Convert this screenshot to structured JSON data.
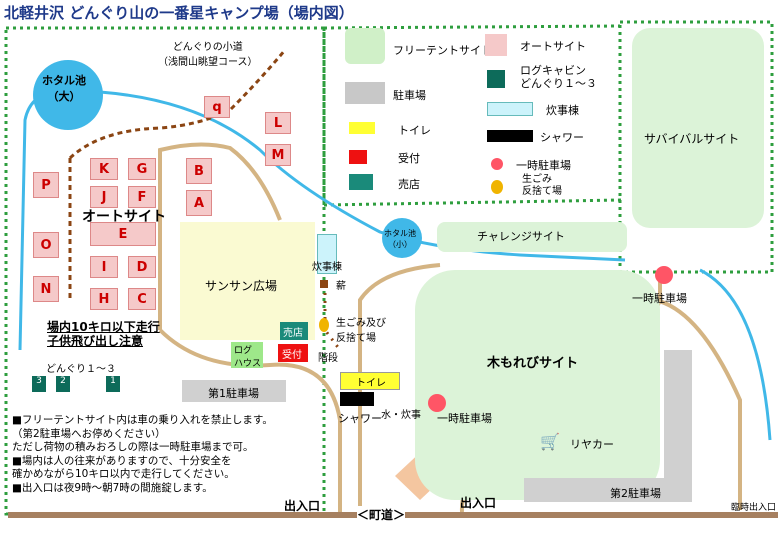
{
  "title": "北軽井沢 どんぐり山の一番星キャンプ場（場内図）",
  "legend": {
    "free_tent": "フリーテントサイト",
    "auto_site": "オートサイト",
    "parking": "駐車場",
    "log_cabin": "ログキャビン\nどんぐり１～３",
    "toilet": "トイレ",
    "kitchen": "炊事棟",
    "reception": "受付",
    "shower": "シャワー",
    "shop": "売店",
    "temp_parking": "一時駐車場",
    "garbage": "生ごみ\n反捨て場"
  },
  "sites": [
    "P",
    "O",
    "N",
    "K",
    "G",
    "J",
    "F",
    "E",
    "I",
    "D",
    "H",
    "C",
    "B",
    "A",
    "q",
    "L",
    "M"
  ],
  "labels": {
    "path": "どんぐりの小道\n（浅間山眺望コース）",
    "pond_big": "ホタル池\n（大）",
    "pond_small": "ホタル池\n（小）",
    "auto_site_area": "オートサイト",
    "sunsun": "サンサン広場",
    "kitchen_map": "炊事棟",
    "firewood": "薪",
    "garbage_map": "生ごみ及び\n反捨て場",
    "shop_map": "売店",
    "log_house": "ログ\nハウス",
    "reception_map": "受付",
    "stairs": "階段",
    "toilet_map": "トイレ",
    "shower_map": "シャワー",
    "water": "水・炊事",
    "temp_parking_1": "一時駐車場",
    "temp_parking_2": "一時駐車場",
    "konmore": "木もれびサイト",
    "challenge": "チャレンジサイト",
    "survival": "サバイバルサイト",
    "cart": "リヤカー",
    "parking1": "第1駐車場",
    "parking2": "第2駐車場",
    "entrance1": "出入口",
    "entrance2": "出入口",
    "temp_entrance": "臨時出入口",
    "road": "＜町道＞",
    "speed": "場内10キロ以下走行\n子供飛び出し注意",
    "donguri": "どんぐり１～３",
    "cabin_nums": [
      "3",
      "2",
      "1"
    ]
  },
  "notes": "■フリーテントサイト内は車の乗り入れを禁止します。\n（第2駐車場へお停めください）\nただし荷物の積みおろしの際は一時駐車場まで可。\n■場内は人の往来がありますので、十分安全を\n確かめながら10キロ以内で走行してください。\n■出入口は夜9時～朝7時の間施錠します。"
}
